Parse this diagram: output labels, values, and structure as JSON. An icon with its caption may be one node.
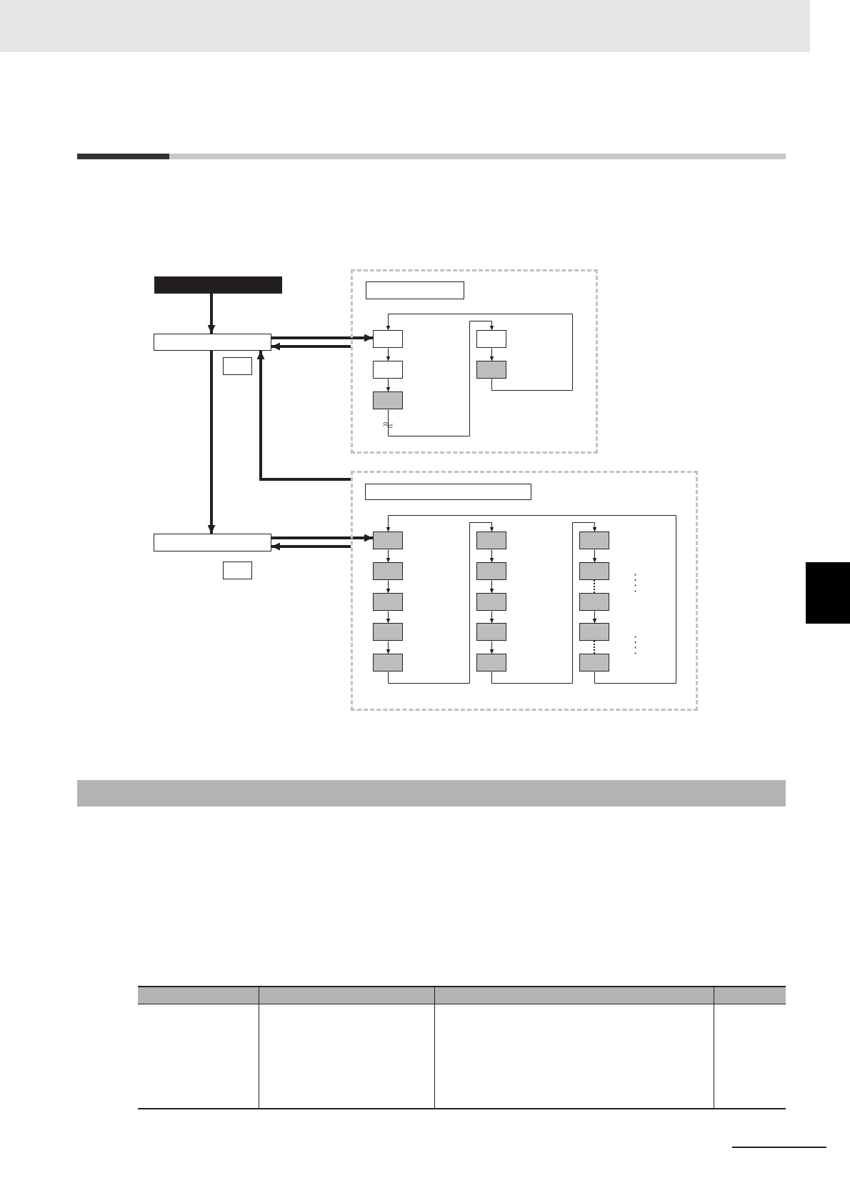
{
  "diagram": {
    "nodes": [
      {
        "text": [],
        "shape": "box"
      },
      {
        "text": [],
        "shape": "box"
      },
      {
        "text": [],
        "shape": "box"
      },
      {
        "text": [],
        "shape": "box"
      },
      {
        "text": [],
        "shape": "box",
        "in": 3
      },
      {
        "text": [],
        "shape": "box",
        "in": 3
      },
      {
        "text": [],
        "shape": "box",
        "in": 3
      },
      {
        "text": [],
        "shape": "box",
        "in": 3
      },
      {
        "text": [],
        "shape": "box",
        "in": 3
      },
      {
        "text": [],
        "shape": "box",
        "in": 3
      },
      {
        "text": [],
        "shape": "box"
      },
      {
        "text": [],
        "shape": "box",
        "in": 10
      },
      {
        "text": [],
        "shape": "box",
        "in": 10
      },
      {
        "text": [],
        "shape": "box",
        "in": 10
      },
      {
        "text": [],
        "shape": "box",
        "in": 10
      },
      {
        "text": [],
        "shape": "box",
        "in": 10
      },
      {
        "text": [],
        "shape": "box",
        "in": 10
      },
      {
        "text": [],
        "shape": "box",
        "in": 10
      },
      {
        "text": [],
        "shape": "box",
        "in": 10
      },
      {
        "text": [],
        "shape": "box",
        "in": 10
      },
      {
        "text": [],
        "shape": "box",
        "in": 10
      },
      {
        "text": [],
        "shape": "box",
        "in": 10
      },
      {
        "text": [],
        "shape": "box",
        "in": 10
      },
      {
        "text": [],
        "shape": "box",
        "in": 10
      },
      {
        "text": [],
        "shape": "box",
        "in": 10
      },
      {
        "text": [],
        "shape": "box",
        "in": 10
      },
      {
        "text": [],
        "shape": "box",
        "in": 10
      },
      {
        "text": [],
        "shape": "box"
      },
      {
        "text": [],
        "shape": "box"
      },
      {
        "text": [],
        "shape": "box"
      },
      {
        "text": [],
        "shape": "box"
      }
    ],
    "edges": [
      {
        "from": 0,
        "to": 1,
        "arrow": "to",
        "style": "thick"
      },
      {
        "from": 1,
        "to": 5,
        "arrow": "to",
        "style": "thick"
      },
      {
        "from": 3,
        "to": 1,
        "arrow": "to",
        "style": "thick"
      },
      {
        "from": 5,
        "to": 6,
        "arrow": "to"
      },
      {
        "from": 6,
        "to": 7,
        "arrow": "to"
      },
      {
        "from": 7,
        "to": 8,
        "arrow": "to"
      },
      {
        "from": 8,
        "to": 9,
        "arrow": "to"
      },
      {
        "from": 9,
        "to": 5,
        "arrow": "to"
      },
      {
        "from": 1,
        "to": 27,
        "arrow": "to",
        "style": "thick"
      },
      {
        "from": 10,
        "to": 1,
        "arrow": "to",
        "style": "thick"
      },
      {
        "from": 27,
        "to": 12,
        "arrow": "to",
        "style": "thick"
      },
      {
        "from": 10,
        "to": 27,
        "arrow": "to",
        "style": "thick"
      },
      {
        "from": 12,
        "to": 13,
        "arrow": "to"
      },
      {
        "from": 13,
        "to": 14,
        "arrow": "to"
      },
      {
        "from": 14,
        "to": 15,
        "arrow": "to"
      },
      {
        "from": 15,
        "to": 16,
        "arrow": "to"
      },
      {
        "from": 16,
        "to": 17,
        "arrow": "to"
      },
      {
        "from": 17,
        "to": 18,
        "arrow": "to"
      },
      {
        "from": 18,
        "to": 19,
        "arrow": "to"
      },
      {
        "from": 19,
        "to": 20,
        "arrow": "to"
      },
      {
        "from": 20,
        "to": 21,
        "arrow": "to"
      },
      {
        "from": 21,
        "to": 22,
        "arrow": "to"
      },
      {
        "from": 22,
        "to": 23,
        "arrow": "to"
      },
      {
        "from": 23,
        "to": 24,
        "arrow": "none",
        "style": "dashed"
      },
      {
        "from": 24,
        "to": 25,
        "arrow": "to"
      },
      {
        "from": 25,
        "to": 26,
        "arrow": "none",
        "style": "dashed"
      },
      {
        "from": 26,
        "to": 12,
        "arrow": "to"
      }
    ]
  }
}
